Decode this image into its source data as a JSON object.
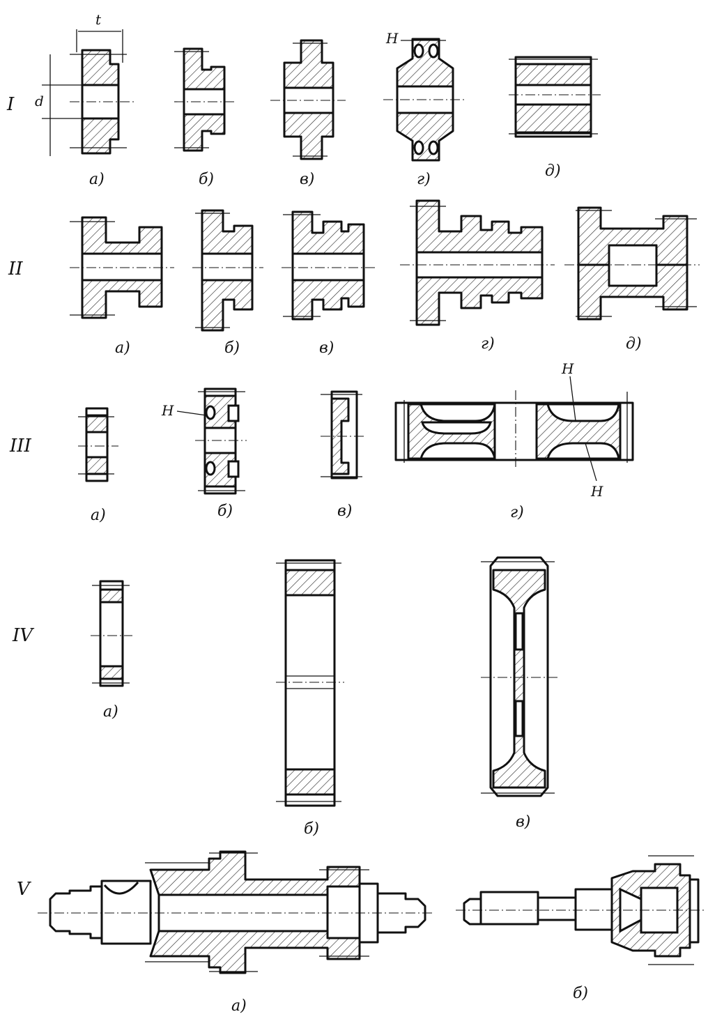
{
  "figure": {
    "rows": [
      {
        "id": "I",
        "label": "I",
        "captions": [
          "а)",
          "б)",
          "в)",
          "г)",
          "д)"
        ],
        "dimension_labels": {
          "width": "t",
          "bore": "d"
        },
        "marker": "H"
      },
      {
        "id": "II",
        "label": "II",
        "captions": [
          "а)",
          "б)",
          "в)",
          "г)",
          "д)"
        ]
      },
      {
        "id": "III",
        "label": "III",
        "captions": [
          "а)",
          "б)",
          "в)",
          "г)"
        ],
        "markers": [
          "H",
          "H",
          "H"
        ]
      },
      {
        "id": "IV",
        "label": "IV",
        "captions": [
          "а)",
          "б)",
          "в)"
        ]
      },
      {
        "id": "V",
        "label": "V",
        "captions": [
          "а)",
          "б)"
        ]
      }
    ]
  }
}
